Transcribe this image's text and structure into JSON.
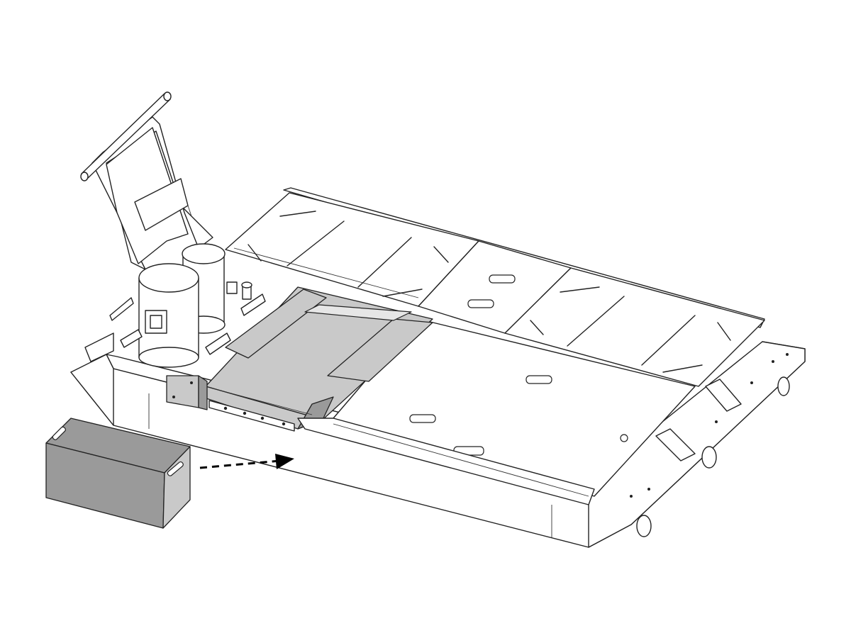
{
  "figure": {
    "parts": [
      {
        "name": "cart-frame",
        "color": "#ffffff"
      },
      {
        "name": "push-handle",
        "color": "#ffffff"
      },
      {
        "name": "motor",
        "color": "#ffffff"
      },
      {
        "name": "sliding-tray",
        "color": "#c9c9c9"
      },
      {
        "name": "removable-bin",
        "color": "#9a9a9a"
      }
    ],
    "arrow": {
      "style": "dashed",
      "direction": "bin-into-frame",
      "color": "#000000"
    },
    "colors": {
      "line": "#222222",
      "shade": "#c9c9c9",
      "dark_shade": "#9a9a9a",
      "background": "#ffffff"
    }
  }
}
